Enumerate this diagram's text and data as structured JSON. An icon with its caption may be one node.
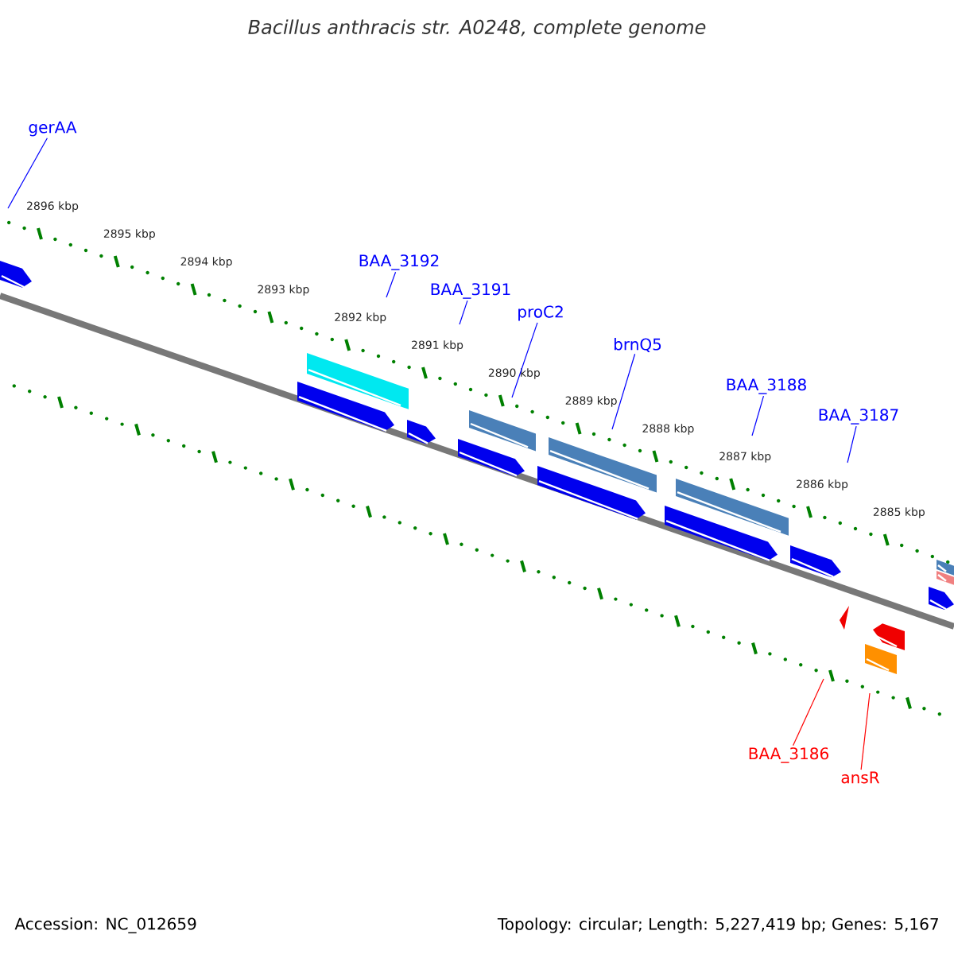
{
  "diagram": {
    "title": "Bacillus anthracis str. A0248, complete genome",
    "nodes": [
      {
        "text": [
          "gerAA"
        ]
      },
      {
        "text": [
          "BAA_3192"
        ]
      },
      {
        "text": [
          "BAA_3191"
        ]
      },
      {
        "text": [
          "proC2"
        ]
      },
      {
        "text": [
          "brnQ5"
        ]
      },
      {
        "text": [
          "BAA_3188"
        ]
      },
      {
        "text": [
          "BAA_3187"
        ]
      },
      {
        "text": [
          "BAA_3186"
        ]
      },
      {
        "text": [
          "ansR"
        ]
      }
    ],
    "edges": [
      {
        "from": 0,
        "to": null,
        "arrow": "none"
      },
      {
        "from": 1,
        "to": null,
        "arrow": "none"
      },
      {
        "from": 2,
        "to": null,
        "arrow": "none"
      },
      {
        "from": 3,
        "to": null,
        "arrow": "none"
      },
      {
        "from": 4,
        "to": null,
        "arrow": "none"
      },
      {
        "from": 5,
        "to": null,
        "arrow": "none"
      },
      {
        "from": 6,
        "to": null,
        "arrow": "none"
      },
      {
        "from": 7,
        "to": null,
        "arrow": "none",
        "color": "#ff0000"
      },
      {
        "from": 8,
        "to": null,
        "arrow": "none",
        "color": "#ff0000"
      }
    ],
    "labels": [
      "2896 kbp",
      "2895 kbp",
      "2894 kbp",
      "2893 kbp",
      "2892 kbp",
      "2891 kbp",
      "2890 kbp",
      "2889 kbp",
      "2888 kbp",
      "2887 kbp",
      "2886 kbp",
      "2885 kbp",
      "Accession: NC_012659",
      "Topology: circular; Length: 5,227,419 bp; Genes: 5,167"
    ]
  }
}
